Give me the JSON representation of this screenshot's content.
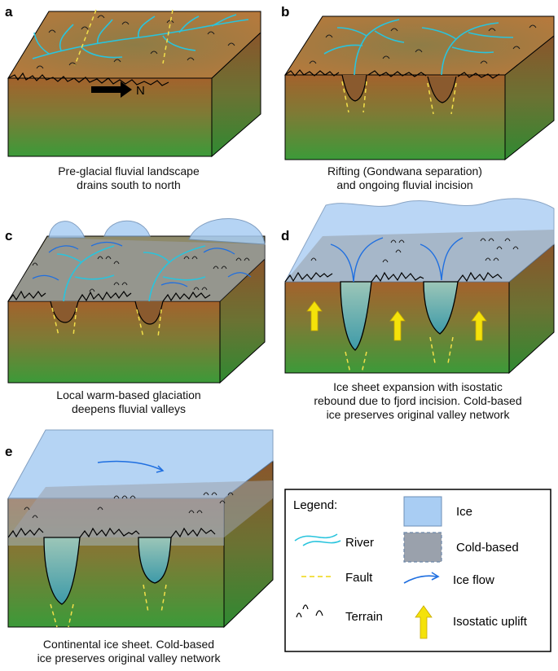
{
  "panels": [
    {
      "letter": "a",
      "caption": [
        "Pre-glacial fluvial landscape",
        "drains south to north"
      ]
    },
    {
      "letter": "b",
      "caption": [
        "Rifting (Gondwana separation)",
        "and ongoing fluvial incision"
      ]
    },
    {
      "letter": "c",
      "caption": [
        "Local warm-based glaciation",
        "deepens fluvial valleys"
      ]
    },
    {
      "letter": "d",
      "caption": [
        "Ice sheet expansion with isostatic",
        "rebound due to fjord incision. Cold-based",
        "ice preserves original valley network"
      ]
    },
    {
      "letter": "e",
      "caption": [
        "Continental ice sheet. Cold-based",
        "ice preserves original valley network"
      ]
    }
  ],
  "compass_label": "N",
  "legend": {
    "title": "Legend:",
    "items": [
      {
        "label": "Ice",
        "icon": "ice-swatch",
        "color": "#a9cdf3"
      },
      {
        "label": "River",
        "icon": "river-line",
        "color": "#29c4dd"
      },
      {
        "label": "Cold-based",
        "icon": "cold-based-swatch",
        "color": "#9aa1ac"
      },
      {
        "label": "Fault",
        "icon": "fault-dashes",
        "color": "#f2e04a"
      },
      {
        "label": "Ice flow",
        "icon": "ice-flow-arrow",
        "color": "#1f6fe0"
      },
      {
        "label": "Terrain",
        "icon": "terrain-symbol",
        "color": "#000000"
      },
      {
        "label": "Isostatic uplift",
        "icon": "uplift-arrow",
        "color": "#f4e20a"
      }
    ]
  },
  "colors": {
    "surface": "#b07a42",
    "side_top": "#a0622e",
    "side_bottom": "#3f9a3a",
    "ice": "#a9cdf3",
    "cold": "#9aa1ac",
    "river": "#29c4dd",
    "fault": "#f2e04a",
    "flow": "#1f6fe0",
    "uplift": "#f4e20a"
  }
}
